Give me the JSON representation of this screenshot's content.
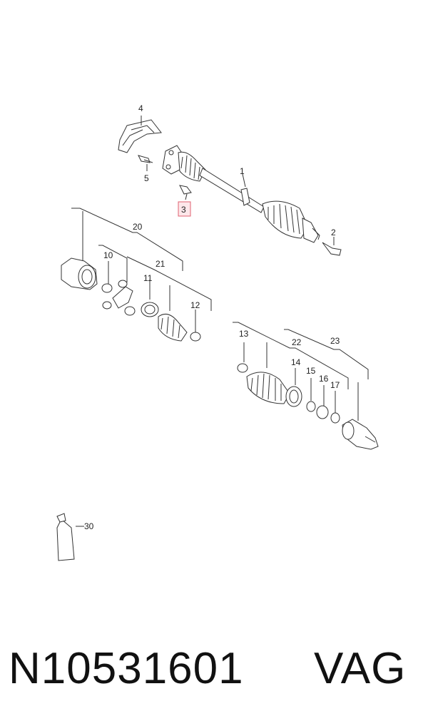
{
  "callouts": [
    "1",
    "2",
    "3",
    "4",
    "5",
    "10",
    "11",
    "12",
    "13",
    "14",
    "15",
    "16",
    "17",
    "20",
    "21",
    "22",
    "23",
    "30"
  ],
  "highlighted_callout": "3",
  "highlight_color": "#e06070",
  "highlight_fill": "#fde7ea",
  "line_color": "#333333",
  "part_number": "N10531601",
  "brand": "VAG"
}
